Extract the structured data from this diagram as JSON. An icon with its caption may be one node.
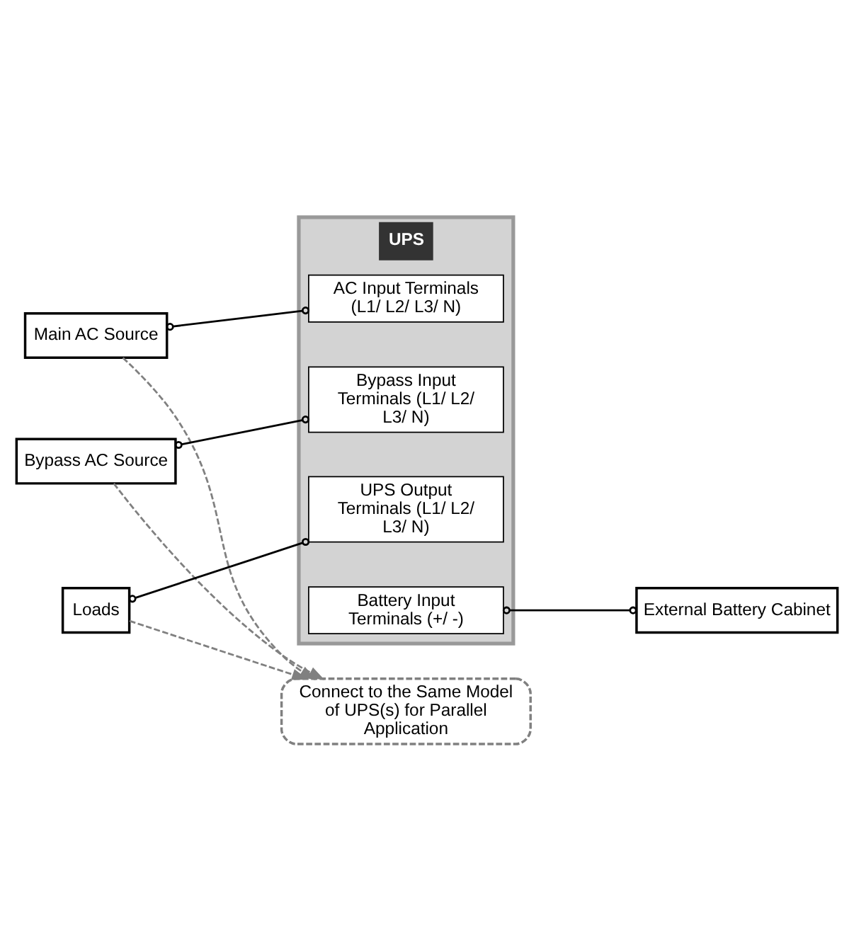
{
  "diagram": {
    "nodes": [
      {
        "text": [
          "UPS"
        ]
      },
      {
        "text": [
          "Main AC Source"
        ]
      },
      {
        "text": [
          "AC Input Terminals (L1/ L2/ L3/ N)"
        ],
        "in": 0
      },
      {
        "text": [
          "Bypass AC Source"
        ]
      },
      {
        "text": [
          "Bypass Input Terminals (L1/ L2/ L3/ N)"
        ],
        "in": 0
      },
      {
        "text": [
          "Loads"
        ]
      },
      {
        "text": [
          "UPS Output Terminals (L1/ L2/ L3/ N)"
        ],
        "in": 0
      },
      {
        "text": [
          "Battery Input Terminals (+/ -)"
        ],
        "in": 0
      },
      {
        "text": [
          "Connect to the Same Model of UPS(s) for Parallel Application"
        ]
      },
      {
        "text": [
          "External Battery Cabinet"
        ]
      }
    ],
    "edges": [
      {
        "from": 1,
        "to": 2,
        "arrow": "other"
      },
      {
        "from": 3,
        "to": 4,
        "arrow": "other"
      },
      {
        "from": 5,
        "to": 6,
        "arrow": "other"
      },
      {
        "from": 1,
        "to": 8,
        "arrow": "to",
        "style": "dashed",
        "color": "#808080"
      },
      {
        "from": 3,
        "to": 8,
        "arrow": "to",
        "style": "dashed",
        "color": "#808080"
      },
      {
        "from": 5,
        "to": 8,
        "arrow": "to",
        "style": "dashed",
        "color": "#808080"
      },
      {
        "from": 7,
        "to": 9,
        "arrow": "other"
      }
    ]
  }
}
